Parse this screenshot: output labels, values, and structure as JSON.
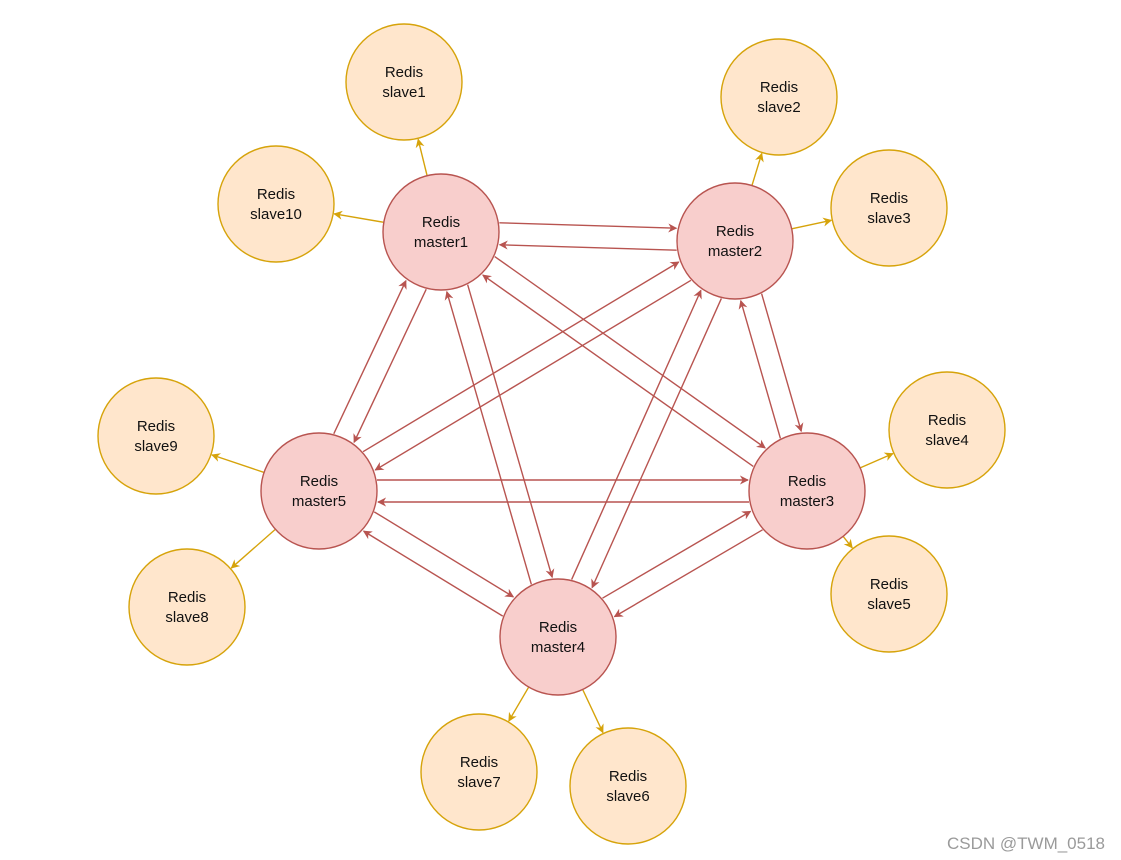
{
  "diagram": {
    "masters": [
      {
        "id": "master1",
        "line1": "Redis",
        "line2": "master1"
      },
      {
        "id": "master2",
        "line1": "Redis",
        "line2": "master2"
      },
      {
        "id": "master3",
        "line1": "Redis",
        "line2": "master3"
      },
      {
        "id": "master4",
        "line1": "Redis",
        "line2": "master4"
      },
      {
        "id": "master5",
        "line1": "Redis",
        "line2": "master5"
      }
    ],
    "slaves": [
      {
        "id": "slave1",
        "line1": "Redis",
        "line2": "slave1",
        "master": "master1"
      },
      {
        "id": "slave2",
        "line1": "Redis",
        "line2": "slave2",
        "master": "master2"
      },
      {
        "id": "slave3",
        "line1": "Redis",
        "line2": "slave3",
        "master": "master2"
      },
      {
        "id": "slave4",
        "line1": "Redis",
        "line2": "slave4",
        "master": "master3"
      },
      {
        "id": "slave5",
        "line1": "Redis",
        "line2": "slave5",
        "master": "master3"
      },
      {
        "id": "slave6",
        "line1": "Redis",
        "line2": "slave6",
        "master": "master4"
      },
      {
        "id": "slave7",
        "line1": "Redis",
        "line2": "slave7",
        "master": "master4"
      },
      {
        "id": "slave8",
        "line1": "Redis",
        "line2": "slave8",
        "master": "master5"
      },
      {
        "id": "slave9",
        "line1": "Redis",
        "line2": "slave9",
        "master": "master5"
      },
      {
        "id": "slave10",
        "line1": "Redis",
        "line2": "slave10",
        "master": "master1"
      }
    ],
    "master_links": [
      [
        "master1",
        "master2"
      ],
      [
        "master2",
        "master1"
      ],
      [
        "master1",
        "master3"
      ],
      [
        "master3",
        "master1"
      ],
      [
        "master1",
        "master4"
      ],
      [
        "master4",
        "master1"
      ],
      [
        "master1",
        "master5"
      ],
      [
        "master5",
        "master1"
      ],
      [
        "master2",
        "master3"
      ],
      [
        "master3",
        "master2"
      ],
      [
        "master2",
        "master4"
      ],
      [
        "master4",
        "master2"
      ],
      [
        "master2",
        "master5"
      ],
      [
        "master5",
        "master2"
      ],
      [
        "master3",
        "master4"
      ],
      [
        "master4",
        "master3"
      ],
      [
        "master3",
        "master5"
      ],
      [
        "master5",
        "master3"
      ],
      [
        "master4",
        "master5"
      ],
      [
        "master5",
        "master4"
      ]
    ],
    "colors": {
      "master_fill": "#f8cecc",
      "master_stroke": "#b85450",
      "slave_fill": "#ffe6cc",
      "slave_stroke": "#d6a30a",
      "master_edge": "#b85450",
      "slave_edge": "#d6a30a"
    }
  },
  "watermark": "CSDN @TWM_0518"
}
